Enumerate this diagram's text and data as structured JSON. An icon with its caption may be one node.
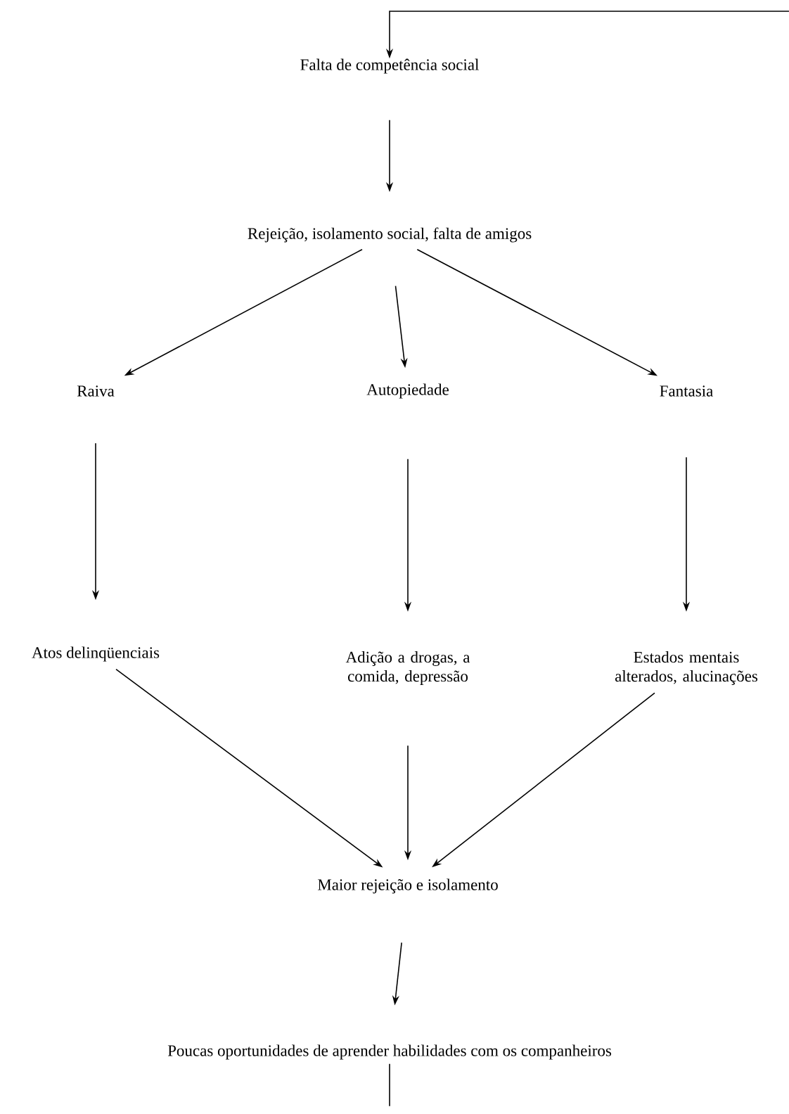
{
  "diagram": {
    "nodes": [
      {
        "text": [
          "Falta de competência social"
        ]
      },
      {
        "text": [
          "Rejeição, isolamento social, falta de amigos"
        ]
      },
      {
        "text": [
          "Raiva"
        ]
      },
      {
        "text": [
          "Autopiedade"
        ]
      },
      {
        "text": [
          "Fantasia"
        ]
      },
      {
        "text": [
          "Atos delinqüenciais"
        ]
      },
      {
        "text": [
          "Adição a drogas, a comida, depressão"
        ]
      },
      {
        "text": [
          "Estados mentais alterados, alucinações"
        ]
      },
      {
        "text": [
          "Maior rejeição e isolamento"
        ]
      },
      {
        "text": [
          "Poucas oportunidades de aprender habilidades com os companheiros"
        ]
      }
    ],
    "edges": [
      {
        "from": null,
        "to": 0,
        "arrow": "to"
      },
      {
        "from": 0,
        "to": 1,
        "arrow": "to"
      },
      {
        "from": 1,
        "to": 2,
        "arrow": "to"
      },
      {
        "from": 1,
        "to": 3,
        "arrow": "to"
      },
      {
        "from": 1,
        "to": 4,
        "arrow": "to"
      },
      {
        "from": 2,
        "to": 5,
        "arrow": "to"
      },
      {
        "from": 3,
        "to": 6,
        "arrow": "to"
      },
      {
        "from": 4,
        "to": 7,
        "arrow": "to"
      },
      {
        "from": 5,
        "to": 8,
        "arrow": "to"
      },
      {
        "from": 6,
        "to": 8,
        "arrow": "to"
      },
      {
        "from": 7,
        "to": 8,
        "arrow": "to"
      },
      {
        "from": 8,
        "to": 9,
        "arrow": "to"
      },
      {
        "from": 9,
        "to": null,
        "arrow": "none"
      }
    ]
  }
}
